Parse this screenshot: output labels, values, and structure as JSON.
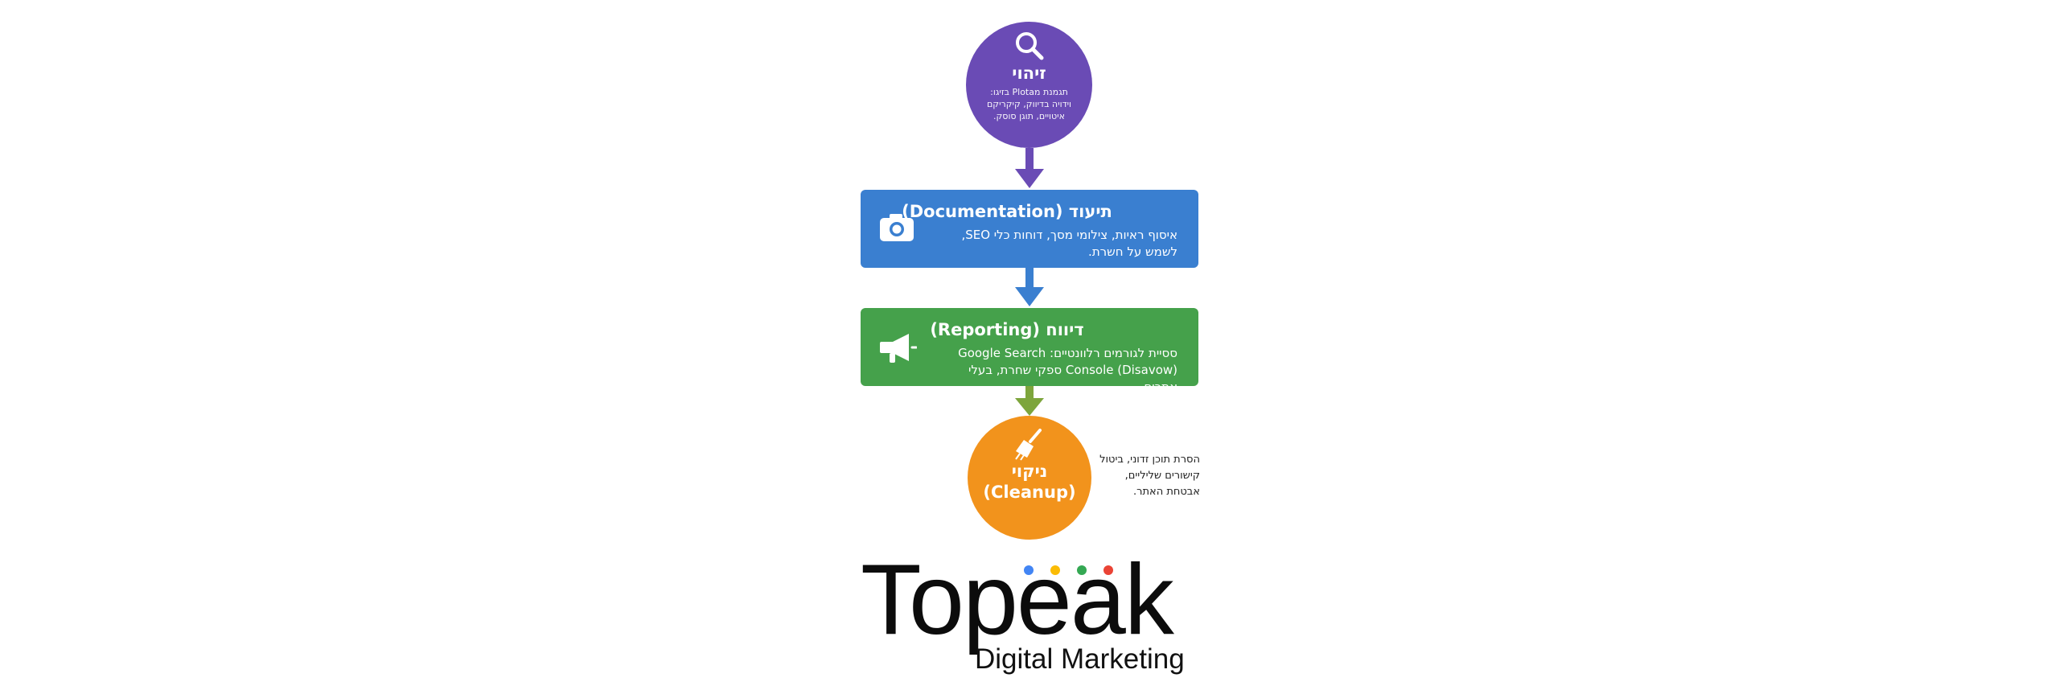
{
  "identify": {
    "title": "זיהוי",
    "body": "תגמנת מPlota בזיגו: וידויה בדיווק, קיקריקם איטויים, תוגן סוסק.",
    "icon": "magnifier-icon",
    "color": "#6a4bb5"
  },
  "documentation": {
    "title": "תיעוד (Documentation)",
    "body": "איסוף ראיות, צילומי מסך, דוחות כלי SEO, לשמש על חשרת.",
    "icon": "camera-icon",
    "color": "#3a7fd0"
  },
  "reporting": {
    "title": "דיווח (Reporting)",
    "body": "ססיית לגורמים רלוונטיים: Google Search Console (Disavow) ספקי שחרת, בעלי אתרים.",
    "icon": "megaphone-icon",
    "color": "#45a14b"
  },
  "cleanup": {
    "title": "ניקוי",
    "subtitle": "(Cleanup)",
    "icon": "broom-icon",
    "color": "#f2931c",
    "note": "הסרת תוכן זדוני, ביטול קישורים שליליים, אבטחת האתר."
  },
  "arrows": {
    "identify_to_doc": "#6a4bb5",
    "doc_to_rep": "#3a7fd0",
    "rep_to_cleanup": "#7da53c"
  },
  "logo": {
    "word": "Topeak",
    "tagline": "Digital Marketing",
    "dot_colors": [
      "#4285f4",
      "#fbbc05",
      "#34a853",
      "#ea4335"
    ]
  }
}
